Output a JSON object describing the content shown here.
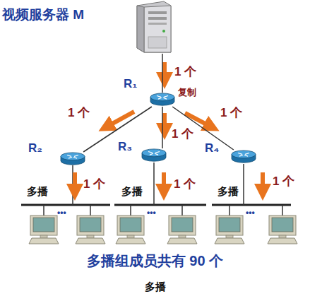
{
  "diagram": {
    "caption": "多播",
    "nodes": [
      {
        "text": [
          "视频服务器 M"
        ]
      },
      {
        "text": [
          "R₁"
        ]
      },
      {
        "text": [
          "R₂"
        ]
      },
      {
        "text": [
          "R₃"
        ]
      },
      {
        "text": [
          "R₄"
        ]
      }
    ],
    "edges": [
      {
        "from": 0,
        "to": 1,
        "arrow": "none"
      },
      {
        "from": 1,
        "to": 2,
        "arrow": "none"
      },
      {
        "from": 1,
        "to": 3,
        "arrow": "none"
      },
      {
        "from": 1,
        "to": 4,
        "arrow": "none"
      }
    ],
    "labels": [
      "1 个",
      "复制",
      "1 个",
      "1 个",
      "1 个",
      "1 个",
      "1 个",
      "1 个",
      "多播",
      "多播",
      "多播",
      "•••",
      "•••",
      "•••",
      "多播组成员共有 90 个"
    ]
  }
}
